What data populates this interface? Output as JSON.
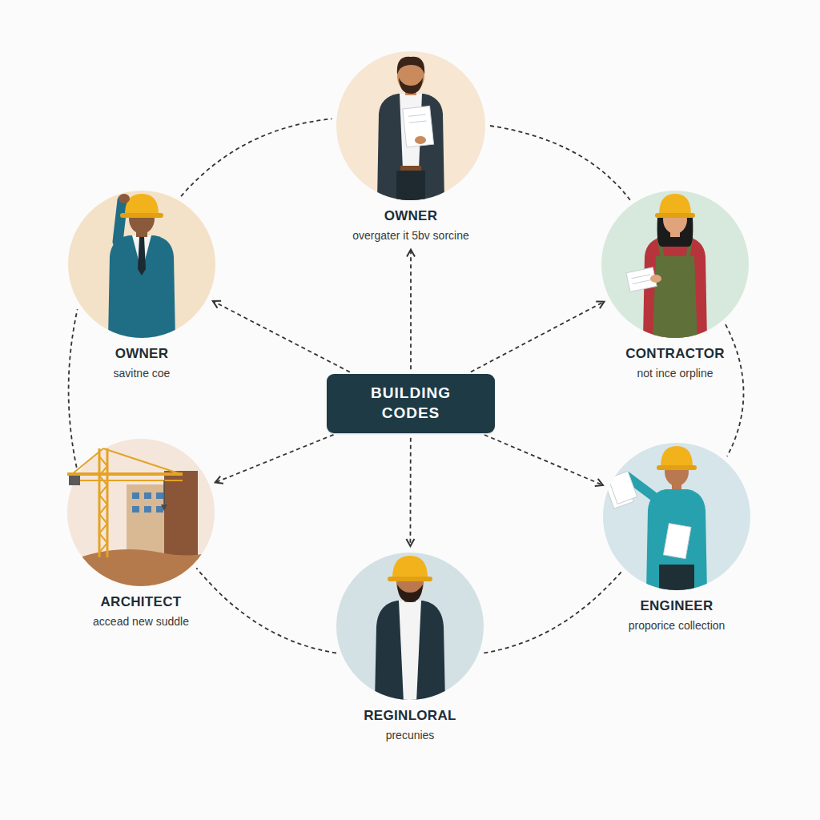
{
  "diagram": {
    "nodes": [
      {
        "text": [
          "OWNER",
          "overgater it 5bv sorcine"
        ]
      },
      {
        "text": [
          "OWNER",
          "savitne coe"
        ]
      },
      {
        "text": [
          "CONTRACTOR",
          "not ince orpline"
        ]
      },
      {
        "text": [
          "BUILDING CODES"
        ]
      },
      {
        "text": [
          "ARCHITECT",
          "accead new suddle"
        ]
      },
      {
        "text": [
          "ENGINEER",
          "proporice collection"
        ]
      },
      {
        "text": [
          "REGINLORAL",
          "precunies"
        ]
      }
    ],
    "edges": [
      {
        "from": 3,
        "to": 0,
        "arrow": "to"
      },
      {
        "from": 3,
        "to": 1,
        "arrow": "to"
      },
      {
        "from": 3,
        "to": 2,
        "arrow": "to"
      },
      {
        "from": 3,
        "to": 4,
        "arrow": "to"
      },
      {
        "from": 3,
        "to": 5,
        "arrow": "to"
      },
      {
        "from": 3,
        "to": 6,
        "arrow": "to"
      },
      {
        "from": 0,
        "to": 2,
        "arrow": "none"
      },
      {
        "from": 2,
        "to": 5,
        "arrow": "none"
      },
      {
        "from": 5,
        "to": 6,
        "arrow": "none"
      },
      {
        "from": 6,
        "to": 4,
        "arrow": "none"
      },
      {
        "from": 4,
        "to": 1,
        "arrow": "none"
      },
      {
        "from": 1,
        "to": 0,
        "arrow": "none"
      }
    ]
  }
}
